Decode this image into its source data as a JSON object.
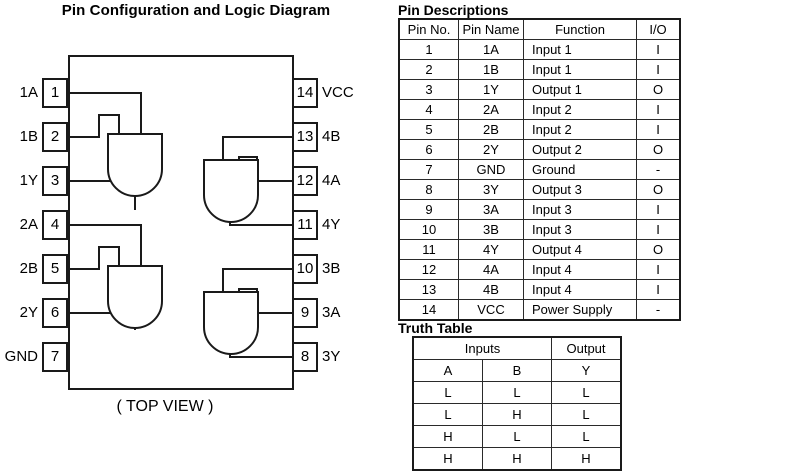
{
  "diagram": {
    "title": "Pin Configuration and Logic Diagram",
    "view_label": "( TOP VIEW )",
    "left_pins": [
      {
        "number": "1",
        "name": "1A"
      },
      {
        "number": "2",
        "name": "1B"
      },
      {
        "number": "3",
        "name": "1Y"
      },
      {
        "number": "4",
        "name": "2A"
      },
      {
        "number": "5",
        "name": "2B"
      },
      {
        "number": "6",
        "name": "2Y"
      },
      {
        "number": "7",
        "name": "GND"
      }
    ],
    "right_pins": [
      {
        "number": "14",
        "name": "VCC"
      },
      {
        "number": "13",
        "name": "4B"
      },
      {
        "number": "12",
        "name": "4A"
      },
      {
        "number": "11",
        "name": "4Y"
      },
      {
        "number": "10",
        "name": "3B"
      },
      {
        "number": "9",
        "name": "3A"
      },
      {
        "number": "8",
        "name": "3Y"
      }
    ],
    "gate_type": "AND"
  },
  "pin_descriptions": {
    "title": "Pin Descriptions",
    "columns": [
      "Pin No.",
      "Pin Name",
      "Function",
      "I/O"
    ],
    "rows": [
      [
        "1",
        "1A",
        "Input 1",
        "I"
      ],
      [
        "2",
        "1B",
        "Input 1",
        "I"
      ],
      [
        "3",
        "1Y",
        "Output 1",
        "O"
      ],
      [
        "4",
        "2A",
        "Input 2",
        "I"
      ],
      [
        "5",
        "2B",
        "Input 2",
        "I"
      ],
      [
        "6",
        "2Y",
        "Output 2",
        "O"
      ],
      [
        "7",
        "GND",
        "Ground",
        "-"
      ],
      [
        "8",
        "3Y",
        "Output 3",
        "O"
      ],
      [
        "9",
        "3A",
        "Input 3",
        "I"
      ],
      [
        "10",
        "3B",
        "Input 3",
        "I"
      ],
      [
        "11",
        "4Y",
        "Output 4",
        "O"
      ],
      [
        "12",
        "4A",
        "Input 4",
        "I"
      ],
      [
        "13",
        "4B",
        "Input 4",
        "I"
      ],
      [
        "14",
        "VCC",
        "Power Supply",
        "-"
      ]
    ]
  },
  "truth_table": {
    "title": "Truth Table",
    "group_headers": [
      "Inputs",
      "Output"
    ],
    "columns": [
      "A",
      "B",
      "Y"
    ],
    "rows": [
      [
        "L",
        "L",
        "L"
      ],
      [
        "L",
        "H",
        "L"
      ],
      [
        "H",
        "L",
        "L"
      ],
      [
        "H",
        "H",
        "H"
      ]
    ]
  },
  "colors": {
    "ink": "#1a1a1a",
    "background": "#ffffff"
  }
}
